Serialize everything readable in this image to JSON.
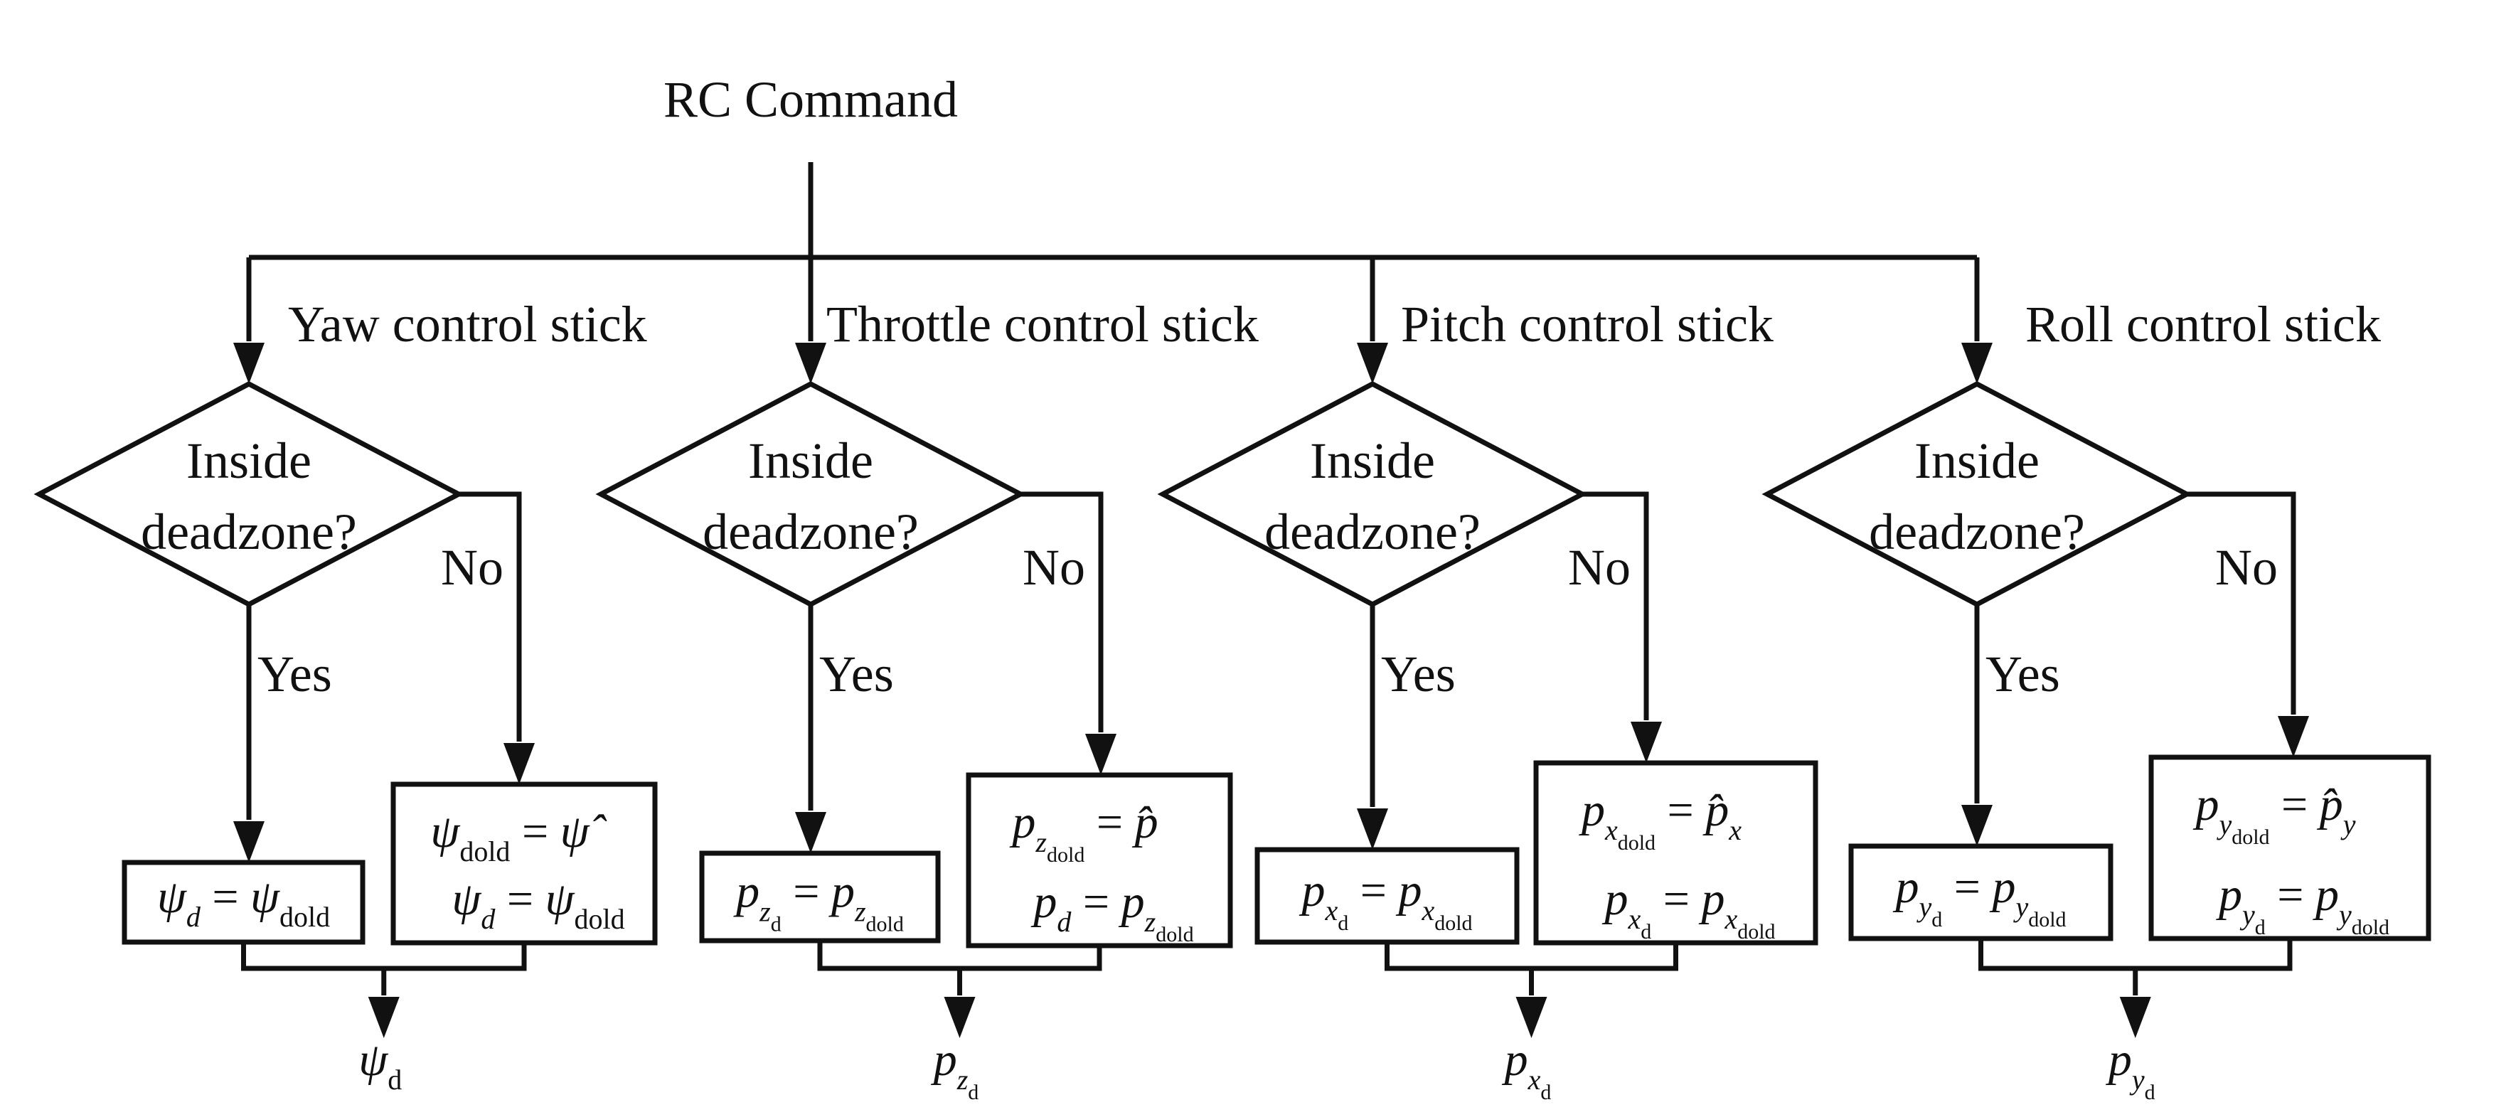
{
  "title": "RC Command",
  "branches": [
    {
      "stick": "Yaw control stick",
      "decision": [
        "Inside",
        "deadzone?"
      ],
      "no": "No",
      "yes": "Yes",
      "yes_box": {
        "lhs": "ψ",
        "lhs_sub": "d",
        "rhs": "ψ",
        "rhs_sub": "dold"
      },
      "no_box": {
        "line1": {
          "lhs": "ψ",
          "lhs_sub": "dold",
          "rhs": "ψ̂"
        },
        "line2": {
          "lhs": "ψ",
          "lhs_sub": "d",
          "rhs": "ψ",
          "rhs_sub": "dold"
        }
      },
      "output": {
        "sym": "ψ",
        "sub": "d"
      }
    },
    {
      "stick": "Throttle control stick",
      "decision": [
        "Inside",
        "deadzone?"
      ],
      "no": "No",
      "yes": "Yes",
      "yes_box": {
        "lhs": "p",
        "lhs_sub": "z",
        "lhs_subsub": "d",
        "rhs": "p",
        "rhs_sub": "z",
        "rhs_subsub": "dold"
      },
      "no_box": {
        "line1": {
          "lhs": "p",
          "lhs_sub": "z",
          "lhs_subsub": "dold",
          "rhs": "p̂"
        },
        "line2": {
          "lhs": "p",
          "lhs_sub": "d",
          "rhs": "p",
          "rhs_sub": "z",
          "rhs_subsub": "dold"
        }
      },
      "output": {
        "sym": "p",
        "sub": "z",
        "subsub": "d"
      }
    },
    {
      "stick": "Pitch control stick",
      "decision": [
        "Inside",
        "deadzone?"
      ],
      "no": "No",
      "yes": "Yes",
      "yes_box": {
        "lhs": "p",
        "lhs_sub": "x",
        "lhs_subsub": "d",
        "rhs": "p",
        "rhs_sub": "x",
        "rhs_subsub": "dold"
      },
      "no_box": {
        "line1": {
          "lhs": "p",
          "lhs_sub": "x",
          "lhs_subsub": "dold",
          "rhs": "p̂",
          "rhs_sub": "x"
        },
        "line2": {
          "lhs": "p",
          "lhs_sub": "x",
          "lhs_subsub": "d",
          "rhs": "p",
          "rhs_sub": "x",
          "rhs_subsub": "dold"
        }
      },
      "output": {
        "sym": "p",
        "sub": "x",
        "subsub": "d"
      }
    },
    {
      "stick": "Roll control stick",
      "decision": [
        "Inside",
        "deadzone?"
      ],
      "no": "No",
      "yes": "Yes",
      "yes_box": {
        "lhs": "p",
        "lhs_sub": "y",
        "lhs_subsub": "d",
        "rhs": "p",
        "rhs_sub": "y",
        "rhs_subsub": "dold"
      },
      "no_box": {
        "line1": {
          "lhs": "p",
          "lhs_sub": "y",
          "lhs_subsub": "dold",
          "rhs": "p̂",
          "rhs_sub": "y"
        },
        "line2": {
          "lhs": "p",
          "lhs_sub": "y",
          "lhs_subsub": "d",
          "rhs": "p",
          "rhs_sub": "y",
          "rhs_subsub": "dold"
        }
      },
      "output": {
        "sym": "p",
        "sub": "y",
        "subsub": "d"
      }
    }
  ]
}
